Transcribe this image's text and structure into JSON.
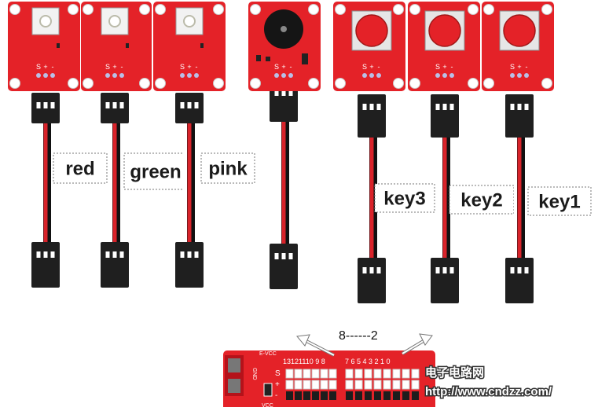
{
  "pin_labels": {
    "s": "S",
    "plus": "+",
    "minus": "-"
  },
  "modules": [
    {
      "type": "led",
      "label": "red"
    },
    {
      "type": "led",
      "label": "green"
    },
    {
      "type": "led",
      "label": "pink"
    },
    {
      "type": "buzzer",
      "label": ""
    },
    {
      "type": "button",
      "label": "key3"
    },
    {
      "type": "button",
      "label": "key2"
    },
    {
      "type": "button",
      "label": "key1"
    }
  ],
  "board": {
    "pin_numbers_left": "13121110 9  8",
    "pin_numbers_right": "7  6  5  4  3  2   1   0",
    "range_label": "8------2",
    "ext_vcc": "E-VCC",
    "gnd": "GND",
    "vcc": "VCC",
    "row_s": "S",
    "row_plus": "+",
    "row_minus": "-"
  },
  "watermark": {
    "title": "电子电路网",
    "url": "http://www.cndzz.com/"
  },
  "colors": {
    "pcb_red": "#e42228",
    "wire_red": "#d8232a",
    "connector": "#1f1f1f",
    "pin_hole": "#b9bfe6"
  }
}
